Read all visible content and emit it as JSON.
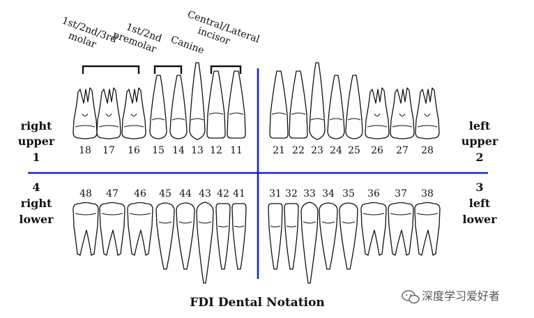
{
  "title": "FDI Dental Notation",
  "quadrants": {
    "upper_right": {
      "lines": [
        "right",
        "upper",
        "1"
      ]
    },
    "upper_left": {
      "lines": [
        "left",
        "upper",
        "2"
      ]
    },
    "lower_right": {
      "lines": [
        "4",
        "right",
        "lower"
      ]
    },
    "lower_left": {
      "lines": [
        "3",
        "left",
        "lower"
      ]
    }
  },
  "groups": [
    {
      "lines": [
        "1st/2nd/3rd",
        "molar"
      ]
    },
    {
      "lines": [
        "1st/2nd",
        "premolar"
      ]
    },
    {
      "lines": [
        "Canine"
      ]
    },
    {
      "lines": [
        "Central/Lateral",
        "incisor"
      ]
    }
  ],
  "upper_teeth": [
    {
      "num": "18",
      "type": "molar"
    },
    {
      "num": "17",
      "type": "molar"
    },
    {
      "num": "16",
      "type": "molar"
    },
    {
      "num": "15",
      "type": "premolar"
    },
    {
      "num": "14",
      "type": "premolar"
    },
    {
      "num": "13",
      "type": "canine"
    },
    {
      "num": "12",
      "type": "incisor"
    },
    {
      "num": "11",
      "type": "incisor"
    },
    {
      "num": "21",
      "type": "incisor"
    },
    {
      "num": "22",
      "type": "incisor"
    },
    {
      "num": "23",
      "type": "canine"
    },
    {
      "num": "24",
      "type": "premolar"
    },
    {
      "num": "25",
      "type": "premolar"
    },
    {
      "num": "26",
      "type": "molar"
    },
    {
      "num": "27",
      "type": "molar"
    },
    {
      "num": "28",
      "type": "molar"
    }
  ],
  "lower_teeth": [
    {
      "num": "48",
      "type": "molar"
    },
    {
      "num": "47",
      "type": "molar"
    },
    {
      "num": "46",
      "type": "molar"
    },
    {
      "num": "45",
      "type": "premolar"
    },
    {
      "num": "44",
      "type": "premolar"
    },
    {
      "num": "43",
      "type": "canine"
    },
    {
      "num": "42",
      "type": "incisor"
    },
    {
      "num": "41",
      "type": "incisor"
    },
    {
      "num": "31",
      "type": "incisor"
    },
    {
      "num": "32",
      "type": "incisor"
    },
    {
      "num": "33",
      "type": "canine"
    },
    {
      "num": "34",
      "type": "premolar"
    },
    {
      "num": "35",
      "type": "premolar"
    },
    {
      "num": "36",
      "type": "molar"
    },
    {
      "num": "37",
      "type": "molar"
    },
    {
      "num": "38",
      "type": "molar"
    }
  ],
  "watermark": {
    "text": "深度学习爱好者",
    "icon": "wechat-icon"
  },
  "colors": {
    "axis": "#1426c8",
    "outline": "#111111"
  }
}
